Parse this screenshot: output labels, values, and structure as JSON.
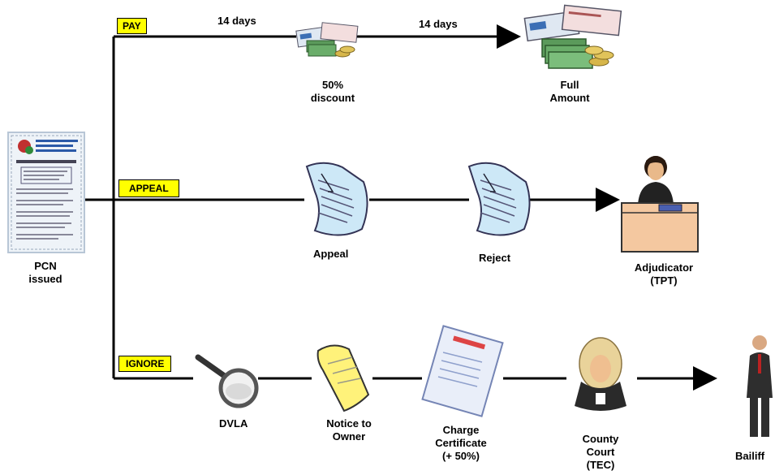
{
  "origin": {
    "label_line1": "PCN",
    "label_line2": "issued"
  },
  "branches": {
    "pay": "PAY",
    "appeal": "APPEAL",
    "ignore": "IGNORE"
  },
  "pay": {
    "days_first": "14 days",
    "days_second": "14 days",
    "discount_line1": "50%",
    "discount_line2": "discount",
    "full_line1": "Full",
    "full_line2": "Amount"
  },
  "appeal": {
    "appeal_label": "Appeal",
    "reject_label": "Reject",
    "adjudicator_line1": "Adjudicator",
    "adjudicator_line2": "(TPT)"
  },
  "ignore": {
    "dvla_label": "DVLA",
    "notice_line1": "Notice to",
    "notice_line2": "Owner",
    "charge_line1": "Charge",
    "charge_line2": "Certificate",
    "charge_line3": "(+ 50%)",
    "court_line1": "County",
    "court_line2": "Court",
    "court_line3": "(TEC)",
    "bailiff_label": "Bailiff"
  },
  "colors": {
    "branch_fill": "#ffff00",
    "line": "#000000",
    "paper": "#cde8f7",
    "notice": "#fff27a",
    "desk": "#f4c8a0"
  }
}
